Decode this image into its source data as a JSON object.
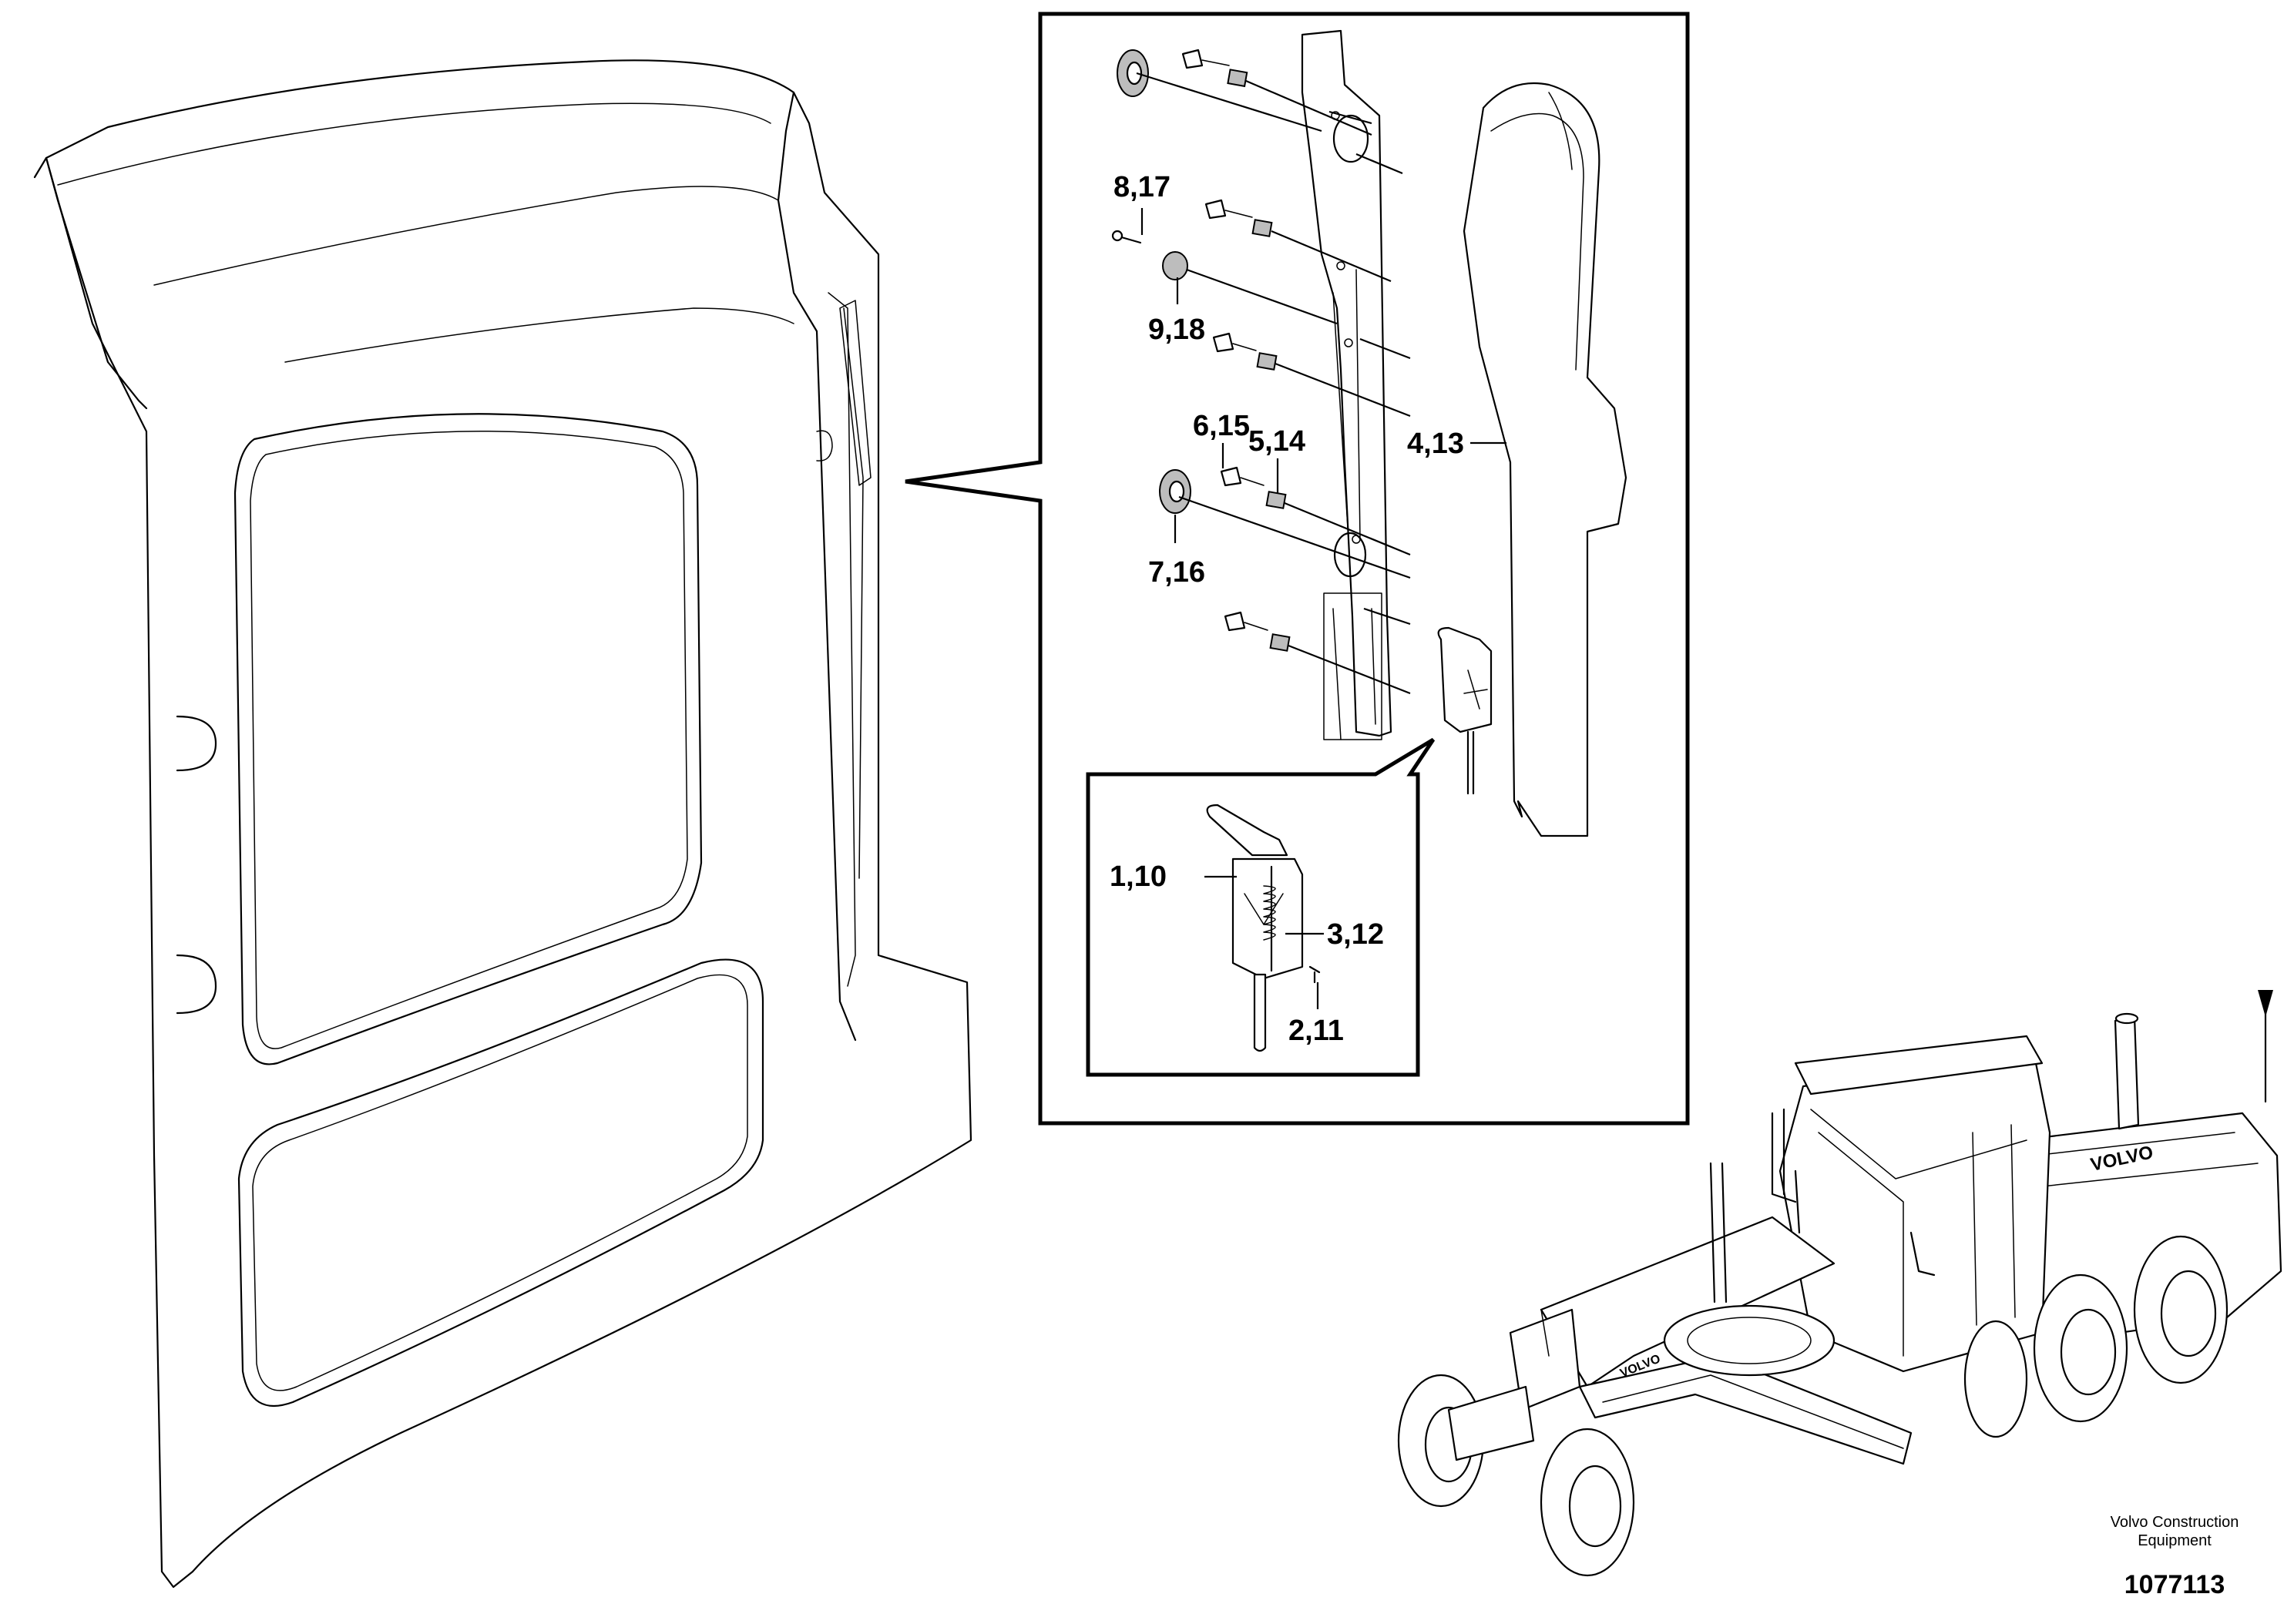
{
  "diagram": {
    "callouts": [
      {
        "id": "c-1-10",
        "text": "1,10"
      },
      {
        "id": "c-2-11",
        "text": "2,11"
      },
      {
        "id": "c-3-12",
        "text": "3,12"
      },
      {
        "id": "c-4-13",
        "text": "4,13"
      },
      {
        "id": "c-5-14",
        "text": "5,14"
      },
      {
        "id": "c-6-15",
        "text": "6,15"
      },
      {
        "id": "c-7-16",
        "text": "7,16"
      },
      {
        "id": "c-8-17",
        "text": "8,17"
      },
      {
        "id": "c-9-18",
        "text": "9,18"
      }
    ],
    "machine_logo_text": "VOLVO",
    "footer": {
      "brand_line1": "Volvo Construction",
      "brand_line2": "Equipment",
      "document_number": "1077113"
    }
  }
}
